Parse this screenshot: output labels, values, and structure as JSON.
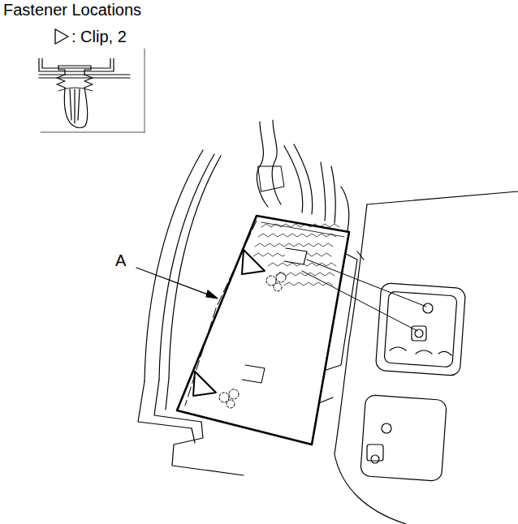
{
  "diagram": {
    "title": "Fastener Locations",
    "labels": [
      "A"
    ],
    "legend": [
      {
        "text": ": Clip, 2"
      }
    ]
  }
}
